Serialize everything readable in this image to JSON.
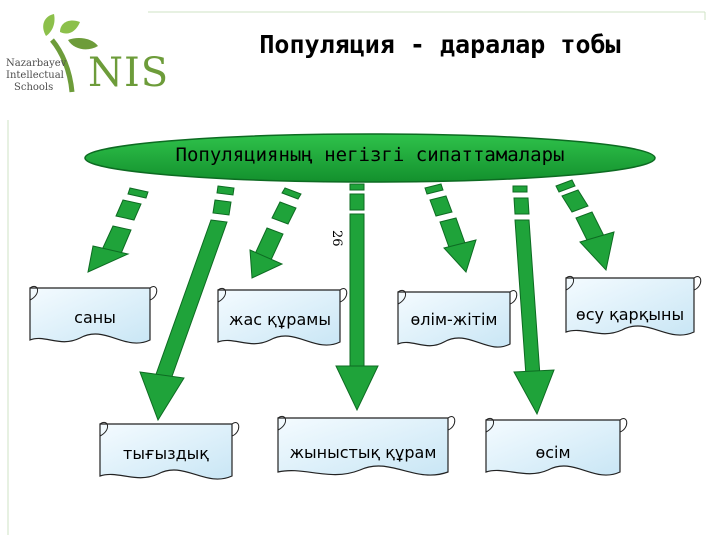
{
  "logo": {
    "line1": "Nazarbayev",
    "line2": "Intellectual",
    "line3": "Schools",
    "mark": "NIS"
  },
  "title": "Популяция - даралар тобы",
  "center": {
    "label": "Популяцияның негізгі сипаттамалары"
  },
  "page_number": "26",
  "boxes": {
    "sany": "саны",
    "zhas": "жас құрамы",
    "olim": "өлім-жітім",
    "osu": "өсу қарқыны",
    "tygyzdyk": "тығыздық",
    "zhynys": "жыныстық құрам",
    "osim": "өсім"
  },
  "colors": {
    "green": "#1fa33a",
    "green_dark": "#0d6b22",
    "box_fill": "#d6eef8",
    "logo_green": "#6d9c3a"
  }
}
